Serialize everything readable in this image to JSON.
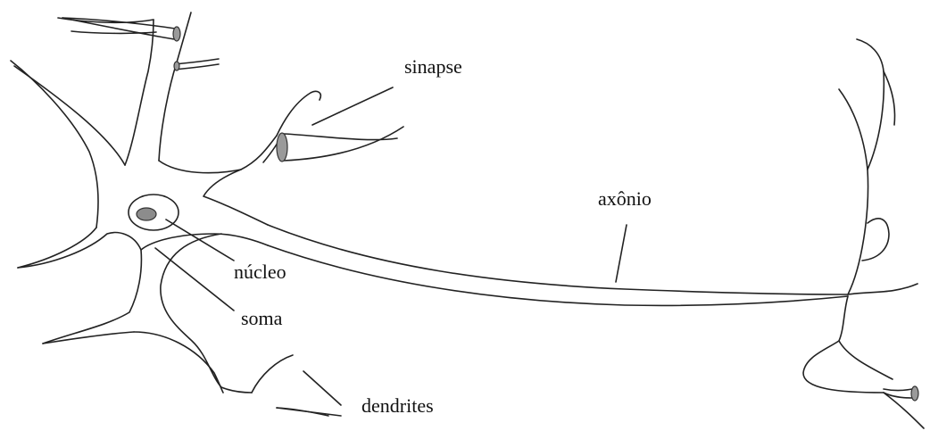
{
  "diagram": {
    "labels": {
      "synapse": "sinapse",
      "axon": "axônio",
      "nucleus": "núcleo",
      "soma": "soma",
      "dendrites": "dendrites"
    },
    "colors": {
      "ink": "#222222",
      "nucleus_fill": "#8c8c8c",
      "synapse_fill": "#9a9a9a",
      "background": "#ffffff"
    }
  }
}
